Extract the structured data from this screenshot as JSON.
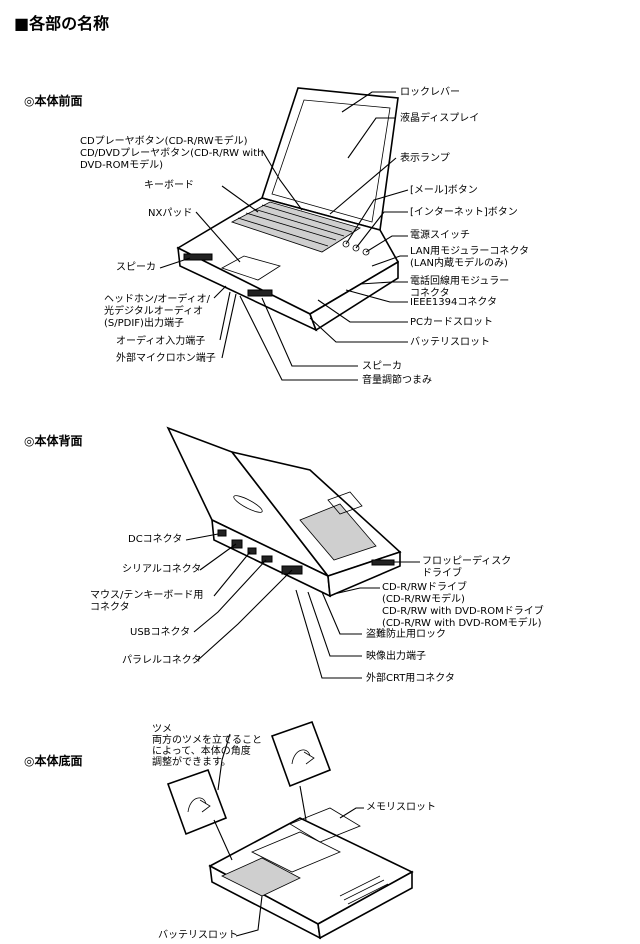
{
  "page_title": "■各部の名称",
  "front": {
    "heading": "◎本体前面",
    "labels": {
      "lock_lever": "ロックレバー",
      "lcd": "液晶ディスプレイ",
      "indicator": "表示ランプ",
      "cd_button": "CDプレーヤボタン(CD-R/RWモデル)\nCD/DVDプレーヤボタン(CD-R/RW with\nDVD-ROMモデル)",
      "keyboard": "キーボード",
      "nx_pad": "NXパッド",
      "speaker_left": "スピーカ",
      "headphone": "ヘッドホン/オーディオ/\n光デジタルオーディオ\n(S/PDIF)出力端子",
      "audio_in": "オーディオ入力端子",
      "mic": "外部マイクロホン端子",
      "mail_button": "[メール]ボタン",
      "internet_button": "[インターネット]ボタン",
      "power_switch": "電源スイッチ",
      "lan": "LAN用モジュラーコネクタ\n(LAN内蔵モデルのみ)",
      "phone": "電話回線用モジュラー\nコネクタ",
      "ieee1394": "IEEE1394コネクタ",
      "pc_card": "PCカードスロット",
      "battery_slot": "バッテリスロット",
      "speaker_right": "スピーカ",
      "volume": "音量調節つまみ"
    }
  },
  "back": {
    "heading": "◎本体背面",
    "labels": {
      "dc": "DCコネクタ",
      "serial": "シリアルコネクタ",
      "mouse_kb": "マウス/テンキーボード用\nコネクタ",
      "usb": "USBコネクタ",
      "parallel": "パラレルコネクタ",
      "floppy": "フロッピーディスク\nドライブ",
      "cdrw": "CD-R/RWドライブ\n(CD-R/RWモデル)\nCD-R/RW with DVD-ROMドライブ\n(CD-R/RW with DVD-ROMモデル)",
      "lock": "盗難防止用ロック",
      "video": "映像出力端子",
      "crt": "外部CRT用コネクタ"
    }
  },
  "bottom": {
    "heading": "◎本体底面",
    "labels": {
      "tab_note": "ツメ\n両方のツメを立てること\nによって、本体の角度\n調整ができます。",
      "memory": "メモリスロット",
      "battery": "バッテリスロット"
    }
  }
}
